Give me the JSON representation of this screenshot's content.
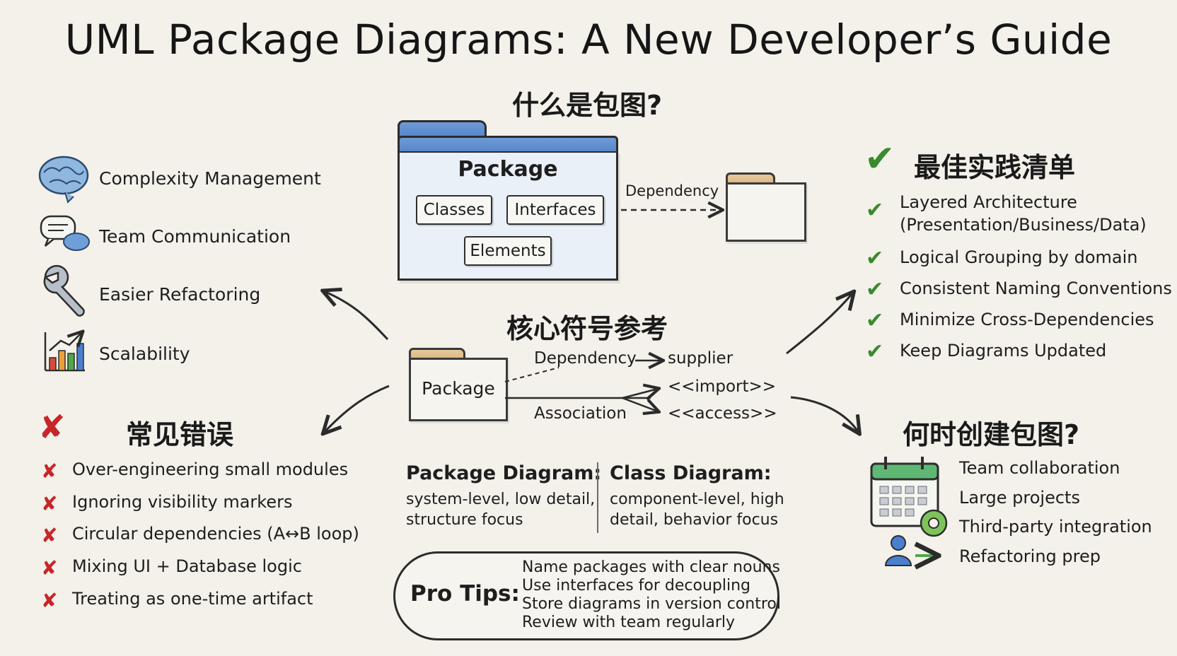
{
  "title": "UML Package Diagrams: A New Developer’s Guide",
  "what_is": {
    "heading": "什么是包图?",
    "package_label": "Package",
    "chips": [
      "Classes",
      "Interfaces",
      "Elements"
    ],
    "dependency_label": "Dependency"
  },
  "benefits": [
    {
      "label": "Complexity Management",
      "icon": "brain-icon"
    },
    {
      "label": "Team Communication",
      "icon": "chat-bubbles-icon"
    },
    {
      "label": "Easier Refactoring",
      "icon": "wrench-icon"
    },
    {
      "label": "Scalability",
      "icon": "growth-chart-icon"
    }
  ],
  "mistakes": {
    "heading": "常见错误",
    "items": [
      "Over-engineering small modules",
      "Ignoring visibility markers",
      "Circular dependencies (A↔B loop)",
      "Mixing UI + Database logic",
      "Treating as one-time artifact"
    ]
  },
  "notation": {
    "heading": "核心符号参考",
    "package_label": "Package",
    "dependency_label": "Dependency",
    "supplier_label": "supplier",
    "association_label": "Association",
    "import_label": "<<import>>",
    "access_label": "<<access>>"
  },
  "compare": {
    "package_title": "Package Diagram:",
    "package_desc": [
      "system-level, low detail,",
      "structure focus"
    ],
    "class_title": "Class Diagram:",
    "class_desc": [
      "component-level, high",
      "detail, behavior focus"
    ]
  },
  "tips": {
    "label": "Pro Tips:",
    "items": [
      "Name packages with clear nouns",
      "Use interfaces for decoupling",
      "Store diagrams in version control",
      "Review with team regularly"
    ]
  },
  "practices": {
    "heading": "最佳实践清单",
    "items": [
      [
        "Layered Architecture",
        "(Presentation/Business/Data)"
      ],
      [
        "Logical Grouping by domain"
      ],
      [
        "Consistent Naming Conventions"
      ],
      [
        "Minimize Cross-Dependencies"
      ],
      [
        "Keep Diagrams Updated"
      ]
    ]
  },
  "when": {
    "heading": "何时创建包图?",
    "items": [
      "Team collaboration",
      "Large projects",
      "Third-party integration",
      "Refactoring prep"
    ]
  },
  "colors": {
    "background": "#f3f1ea",
    "folder_blue": "#5a89cc",
    "folder_tan": "#ddb883",
    "cross_red": "#c8252b",
    "check_green": "#3a8a2e"
  }
}
